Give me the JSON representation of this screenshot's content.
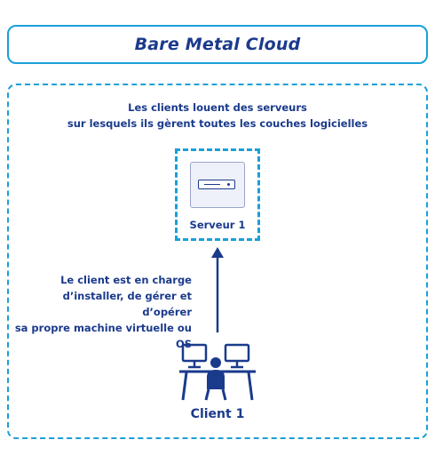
{
  "title": "Bare Metal Cloud",
  "description": {
    "line1": "Les clients louent des serveurs",
    "line2": "sur lesquels ils gèrent toutes les couches logicielles"
  },
  "server": {
    "label": "Serveur 1",
    "icon": "server-icon"
  },
  "client_note": {
    "line1": "Le client est en charge",
    "line2": "d’installer, de gérer et d’opérer",
    "line3": "sa propre machine virtuelle ou OS"
  },
  "client": {
    "label": "Client 1",
    "icon": "workstation-user-icon"
  },
  "colors": {
    "accent": "#1aa0d8",
    "text": "#1a3a8c"
  }
}
